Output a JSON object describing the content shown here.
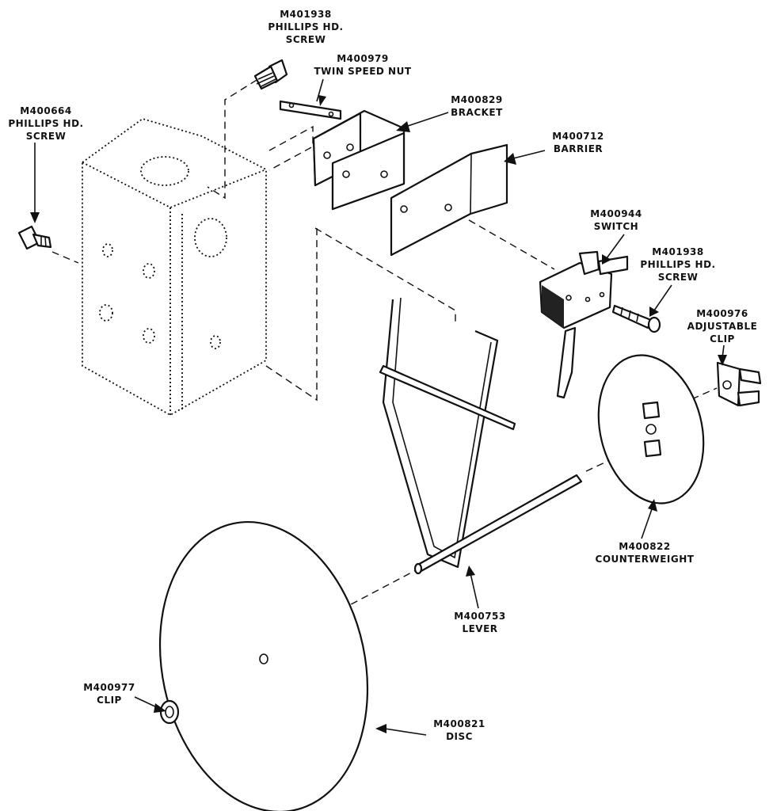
{
  "parts": [
    {
      "id": "screw_top",
      "part_no": "M401938",
      "lines": [
        "PHILLIPS HD.",
        "SCREW"
      ]
    },
    {
      "id": "speed_nut",
      "part_no": "M400979",
      "lines": [
        "TWIN SPEED NUT"
      ]
    },
    {
      "id": "bracket",
      "part_no": "M400829",
      "lines": [
        "BRACKET"
      ]
    },
    {
      "id": "barrier",
      "part_no": "M400712",
      "lines": [
        "BARRIER"
      ]
    },
    {
      "id": "screw_left",
      "part_no": "M400664",
      "lines": [
        "PHILLIPS HD.",
        "SCREW"
      ]
    },
    {
      "id": "switch",
      "part_no": "M400944",
      "lines": [
        "SWITCH"
      ]
    },
    {
      "id": "screw_right",
      "part_no": "M401938",
      "lines": [
        "PHILLIPS HD.",
        "SCREW"
      ]
    },
    {
      "id": "adj_clip",
      "part_no": "M400976",
      "lines": [
        "ADJUSTABLE",
        "CLIP"
      ]
    },
    {
      "id": "counterweight",
      "part_no": "M400822",
      "lines": [
        "COUNTERWEIGHT"
      ]
    },
    {
      "id": "lever",
      "part_no": "M400753",
      "lines": [
        "LEVER"
      ]
    },
    {
      "id": "clip",
      "part_no": "M400977",
      "lines": [
        "CLIP"
      ]
    },
    {
      "id": "disc",
      "part_no": "M400821",
      "lines": [
        "DISC"
      ]
    }
  ]
}
